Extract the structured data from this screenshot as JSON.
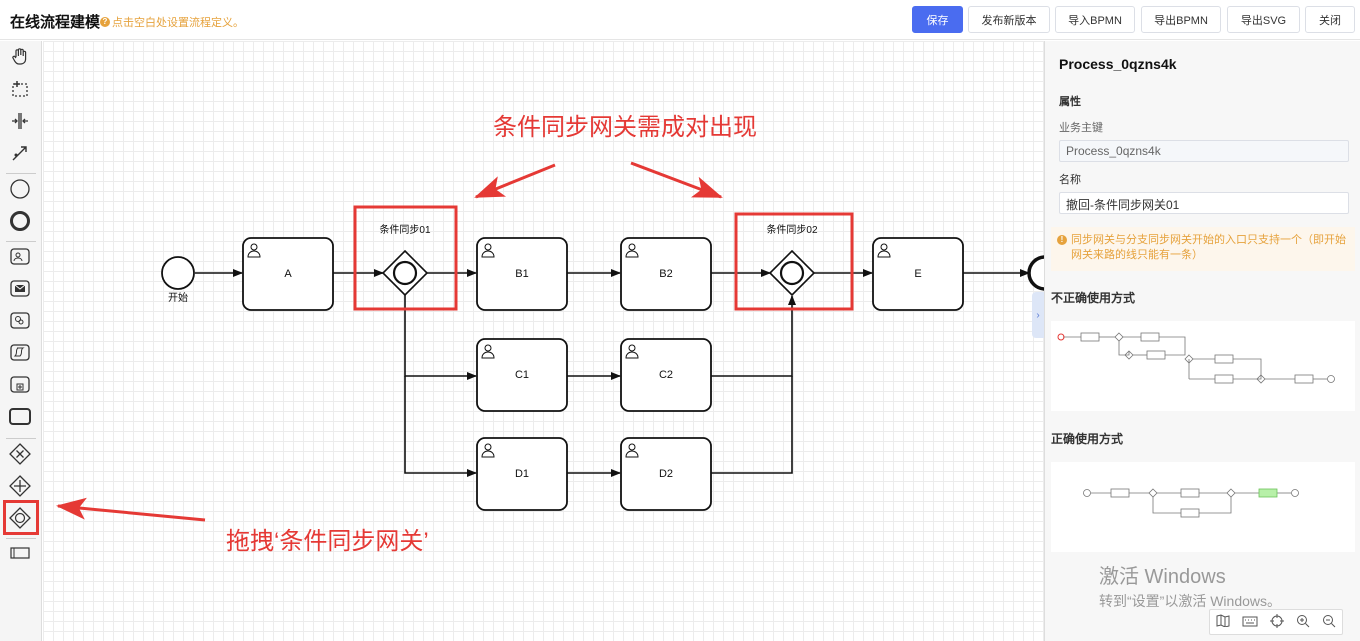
{
  "header": {
    "title": "在线流程建模",
    "hint": "点击空白处设置流程定义。",
    "buttons": {
      "save": "保存",
      "publish": "发布新版本",
      "import": "导入BPMN",
      "export_bpmn": "导出BPMN",
      "export_svg": "导出SVG",
      "close": "关闭"
    }
  },
  "palette": {
    "tools": [
      "hand-tool-icon",
      "lasso-tool-icon",
      "space-tool-icon",
      "global-connect-icon",
      "start-event-icon",
      "end-event-icon",
      "user-task-icon",
      "message-task-icon",
      "service-task-icon",
      "script-task-icon",
      "subprocess-icon",
      "task-icon",
      "exclusive-gateway-icon",
      "parallel-gateway-icon",
      "inclusive-gateway-icon",
      "pool-icon"
    ]
  },
  "diagram": {
    "start_label": "开始",
    "gateway1_label": "条件同步01",
    "gateway2_label": "条件同步02",
    "tasks": {
      "a": "A",
      "b1": "B1",
      "b2": "B2",
      "c1": "C1",
      "c2": "C2",
      "d1": "D1",
      "d2": "D2",
      "e": "E"
    }
  },
  "annotations": {
    "top": "条件同步网关需成对出现",
    "left": "拖拽‘条件同步网关’"
  },
  "panel": {
    "process_id": "Process_0qzns4k",
    "section": "属性",
    "business_key_label": "业务主键",
    "business_key_value": "Process_0qzns4k",
    "name_label": "名称",
    "name_value": "撤回-条件同步网关01",
    "warning": "同步网关与分支同步网关开始的入口只支持一个（即开始网关来路的线只能有一条）",
    "wrong_title": "不正确使用方式",
    "right_title": "正确使用方式"
  },
  "watermark": {
    "line1": "激活 Windows",
    "line2": "转到“设置”以激活 Windows。"
  },
  "bottom_tools": [
    "minimap-icon",
    "keyboard-icon",
    "center-icon",
    "zoom-in-icon",
    "zoom-out-icon"
  ],
  "colors": {
    "primary": "#4a6cf0",
    "warning": "#e6a23c",
    "annotation": "#e53935"
  }
}
